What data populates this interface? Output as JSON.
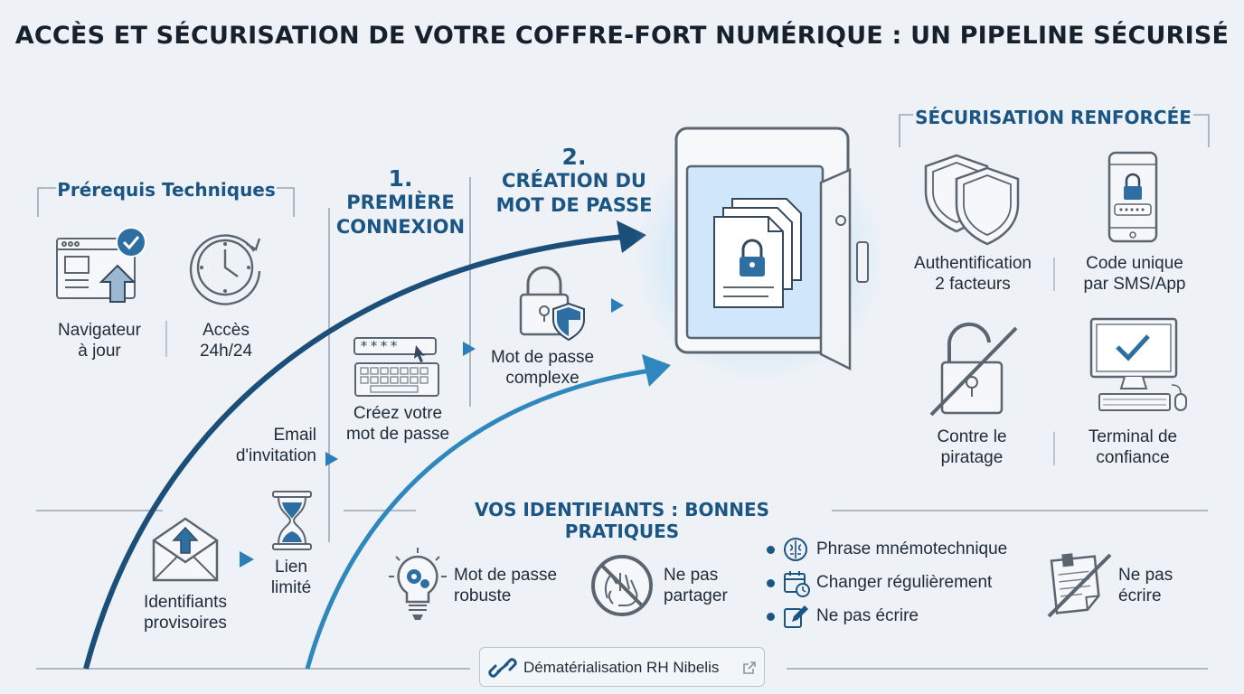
{
  "title": "ACCÈS ET SÉCURISATION DE VOTRE COFFRE-FORT NUMÉRIQUE : UN PIPELINE SÉCURISÉ",
  "prerequis": {
    "heading": "Prérequis Techniques",
    "items": [
      {
        "label_l1": "Navigateur",
        "label_l2": "à jour",
        "icon": "browser-update-icon"
      },
      {
        "label_l1": "Accès",
        "label_l2": "24h/24",
        "icon": "clock-icon"
      }
    ]
  },
  "step1": {
    "number": "1.",
    "title_l1": "PREMIÈRE",
    "title_l2": "CONNEXION",
    "email_l1": "Email",
    "email_l2": "d'invitation",
    "create_l1": "Créez votre",
    "create_l2": "mot de passe",
    "password_mask": "****"
  },
  "step2": {
    "number": "2.",
    "title_l1": "CRÉATION DU",
    "title_l2": "MOT DE PASSE",
    "complex_l1": "Mot de passe",
    "complex_l2": "complexe"
  },
  "onboarding": {
    "identifiants_l1": "Identifiants",
    "identifiants_l2": "provisoires",
    "lien_l1": "Lien",
    "lien_l2": "limité"
  },
  "securisation": {
    "heading": "SÉCURISATION RENFORCÉE",
    "items": [
      {
        "label_l1": "Authentification",
        "label_l2": "2 facteurs",
        "icon": "double-shield-icon"
      },
      {
        "label_l1": "Code unique",
        "label_l2": "par SMS/App",
        "icon": "smartphone-lock-icon"
      },
      {
        "label_l1": "Contre le",
        "label_l2": "piratage",
        "icon": "broken-padlock-icon"
      },
      {
        "label_l1": "Terminal de",
        "label_l2": "confiance",
        "icon": "trusted-computer-icon"
      }
    ]
  },
  "bonnes_pratiques": {
    "heading": "VOS IDENTIFIANTS : BONNES PRATIQUES",
    "robuste_l1": "Mot de passe",
    "robuste_l2": "robuste",
    "partager_l1": "Ne pas",
    "partager_l2": "partager",
    "bullets": [
      "Phrase mnémotechnique",
      "Changer régulièrement",
      "Ne pas écrire"
    ],
    "ecrire_l1": "Ne pas",
    "ecrire_l2": "écrire"
  },
  "footer": {
    "label": "Dématérialisation RH Nibelis"
  },
  "colors": {
    "dark_blue": "#1b4f7a",
    "mid_blue": "#2e87bd",
    "icon_gray": "#5b6570",
    "accent": "#2a7fb8",
    "background": "#eef2f6"
  }
}
